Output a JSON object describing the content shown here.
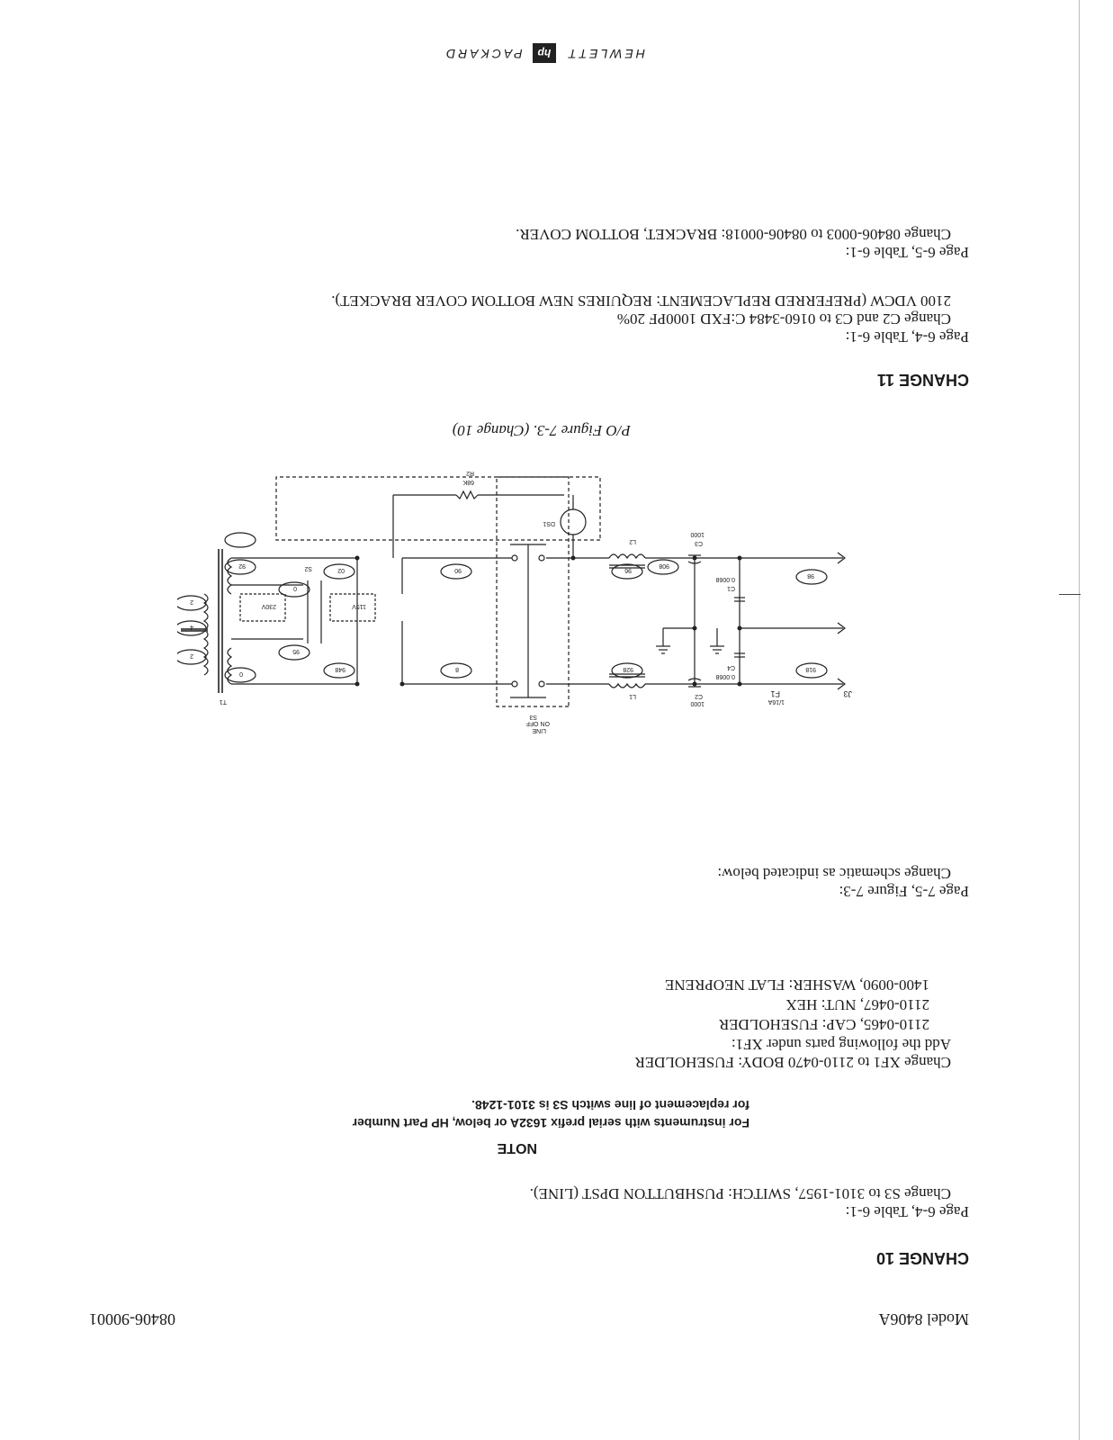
{
  "header": {
    "model": "Model 8406A",
    "part_number": "08406-90001"
  },
  "change10": {
    "heading": "CHANGE 10",
    "ref1": "Page 6-4, Table 6-1:",
    "line1": "Change S3 to 3101-1957, SWITCH: PUSHBUTTON DPST (LINE).",
    "note_title": "NOTE",
    "note_line1": "For instruments with serial prefix 1632A or below, HP Part Number",
    "note_line2": "for replacement of line switch S3 is 3101-1248.",
    "line2": "Change XF1 to 2110-0470 BODY: FUSEHOLDER",
    "line3": "Add the following parts under XF1:",
    "line4": "2110-0465, CAP: FUSEHOLDER",
    "line5": "2110-0467, NUT: HEX",
    "line6": "1400-0090, WASHER: FLAT NEOPRENE",
    "ref2": "Page 7-5, Figure 7-3:",
    "line7": "Change schematic as indicated below:",
    "caption": "P/O Figure 7-3. (Change 10)"
  },
  "change11": {
    "heading": "CHANGE 11",
    "ref1": "Page 6-4, Table 6-1:",
    "line1": "Change C2 and C3 to 0160-3484 C:FXD 1000PF 20%",
    "line2": "2100 VDCW (PREFERRED REPLACEMENT: REQUIRES NEW BOTTOM COVER BRACKET).",
    "ref2": "Page 6-5, Table 6-1:",
    "line3": "Change 08406-0003 to 08406-00018: BRACKET, BOTTOM COVER."
  },
  "footer": {
    "logo_text_left": "HEWLETT",
    "logo_text_right": "PACKARD",
    "logo_mark": "hp"
  },
  "schematic": {
    "labels": {
      "j3": "J3",
      "f1": "F1",
      "f1_value": "1/16A",
      "c1": "C1",
      "c1_value": "0.0068",
      "c2": "C2",
      "c2_value": "1000",
      "c3": "C3",
      "c3_value": "1000",
      "c4": "C4",
      "c4_value": "0.0068",
      "l1": "L1",
      "l2": "L2",
      "s3": "S3",
      "s3_line": "LINE",
      "s3_onoff": "ON OFF",
      "r2": "R2",
      "r2_value": "68K",
      "ds1": "DS1",
      "s2": "S2",
      "v115": "115V",
      "v230": "230V",
      "t1": "T1",
      "w98": "98",
      "w918": "918",
      "w908": "908",
      "w928": "928",
      "w96": "96",
      "w8": "8",
      "w948": "948",
      "w90": "90",
      "w0a": "0",
      "w0b": "0",
      "w95": "95",
      "w92": "92",
      "w02": "02",
      "t2a": "2",
      "t4": "4",
      "t2b": "2"
    }
  }
}
